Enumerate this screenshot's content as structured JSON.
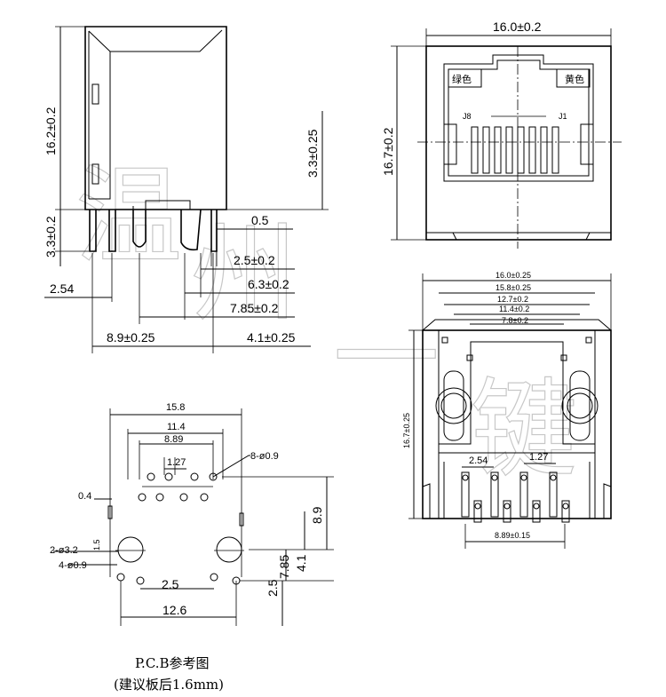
{
  "side_view": {
    "height_total": "16.2±0.2",
    "top_offset": "3.3±0.25",
    "pin_length": "3.3±0.2",
    "pin_width": "0.5",
    "pitch_2_5": "2.5±0.2",
    "span_6_3": "6.3±0.2",
    "span_7_85": "7.85±0.2",
    "offset_2_54": "2.54",
    "span_8_9": "8.9±0.25",
    "span_4_1": "4.1±0.25"
  },
  "front_view": {
    "width": "16.0±0.2",
    "height": "16.7±0.2",
    "led_left": "绿色",
    "led_right": "黄色",
    "pin_label_left": "J8",
    "pin_label_right": "J1"
  },
  "bottom_view": {
    "w1": "16.0±0.25",
    "w2": "15.8±0.25",
    "w3": "12.7±0.2",
    "w4": "11.4±0.2",
    "w5": "7.8±0.2",
    "height": "16.7±0.25",
    "pitch_2_54": "2.54",
    "pitch_1_27": "1.27",
    "span_8_89": "8.89±0.15"
  },
  "pcb": {
    "w15_8": "15.8",
    "w11_4": "11.4",
    "w8_89": "8.89",
    "p1_27": "1.27",
    "holes_8": "8-ø0.9",
    "d0_4": "0.4",
    "h1_5": "1.5",
    "holes_2": "2-ø3.2",
    "holes_4": "4-ø0.9",
    "d2_5": "2.5",
    "w12_6": "12.6",
    "h8_9": "8.9",
    "h7_85": "7.85",
    "h4_1": "4.1",
    "h2_5": "2.5",
    "caption_1": "P.C.B参考图",
    "caption_2": "(建议板后1.6mm)"
  },
  "watermark": [
    "温",
    "州",
    "一",
    "键"
  ]
}
